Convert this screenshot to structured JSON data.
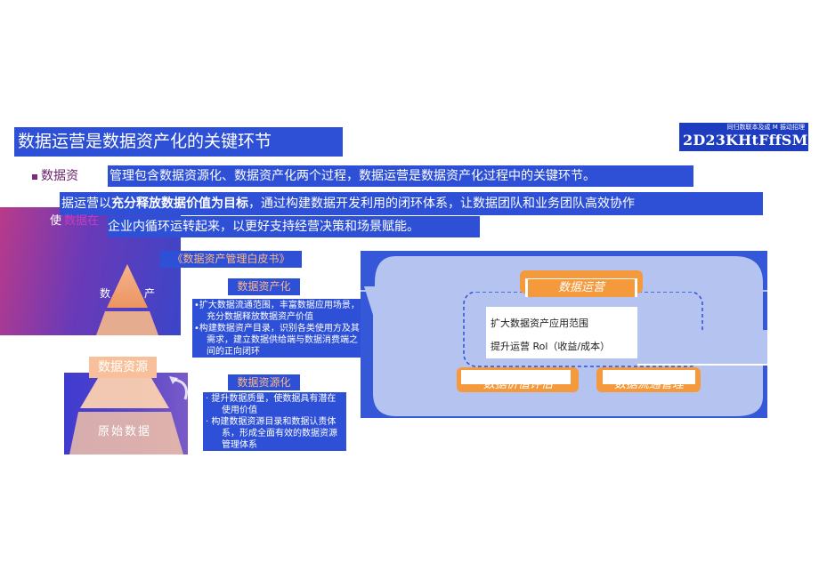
{
  "title": "数据运营是数据资产化的关键环节",
  "logo": {
    "small_text": "同归数联本及成 M 振动招理",
    "big_text": "2D23KHtFffSM"
  },
  "intro": {
    "keyword": "数据资",
    "line1": "管理包含数据资源化、数据资产化两个过程，数据运营是数据资产化过程中的关键环节。",
    "line2_prefix": "据运营以",
    "line2_bold": "充分释放数据价值为目标",
    "line2_suffix": "，通过构建数据开发利用的闭环体系，让数据团队和业务团队高效协作",
    "line3": "企业内循环运转起来，以更好支持经营决策和场景赋能。",
    "overlay_a": "使",
    "overlay_b": "数据在"
  },
  "book_ref": "《数据资产管理白皮书》",
  "pyramid": {
    "top_label_left": "数",
    "top_label_right": "产",
    "middle_label": "数据资源",
    "bottom_label": "原始数据"
  },
  "asset": {
    "tag": "数据资产化",
    "items": [
      [
        "•扩大数据流通范围，丰富数据应用场景，",
        "充分数据释放数据资产价值"
      ],
      [
        "•构建数据资产目录，识别各类使用方及其",
        "需求，建立数据供给端与数据消费端之",
        "间的正向闭环"
      ]
    ]
  },
  "resource": {
    "tag": "数据资源化",
    "items": [
      [
        "· 提升数据质量，使数据具有潜在",
        "使用价值"
      ],
      [
        "· 构建数据资源目录和数据认责体",
        "系，形成全面有效的数据资源",
        "管理体系"
      ]
    ]
  },
  "ops": {
    "top": "数据运营",
    "left": "数据价值评估",
    "right": "数据流通管理",
    "line1": "扩大数据资产应用范围",
    "line2": "提升运营 Rol（收益/成本）"
  },
  "colors": {
    "brand_blue": "#2d50d6",
    "orange": "#f59a3c",
    "light_panel": "#b4c3ef"
  }
}
